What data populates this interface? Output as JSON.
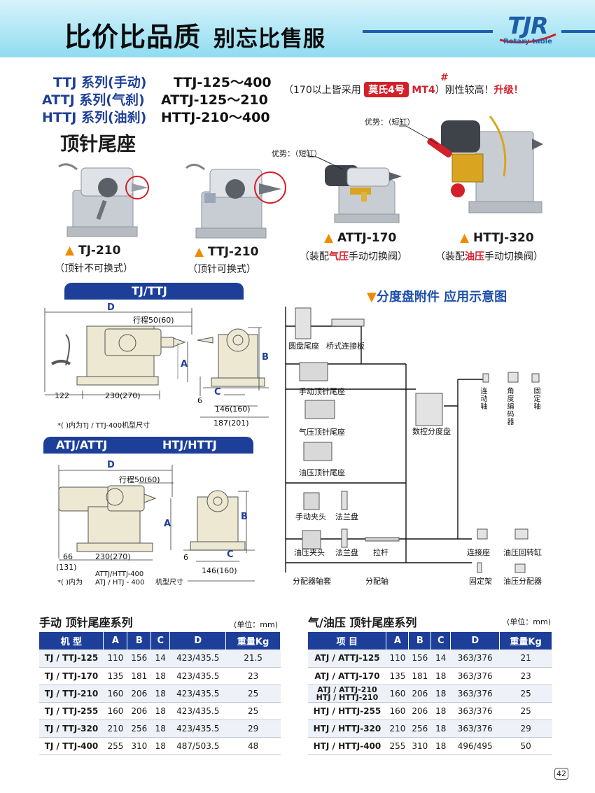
{
  "header": {
    "slogan_main": "比价比品质",
    "slogan_sub": "别忘比售服",
    "logo_text": "TJR",
    "logo_sub": "Rotary table"
  },
  "series": [
    {
      "code": "TTJ",
      "name": " 系列(手动)",
      "model": "TTJ-125～400"
    },
    {
      "code": "ATTJ",
      "name": " 系列(气刹)",
      "model": "ATTJ-125～210"
    },
    {
      "code": "HTTJ",
      "name": " 系列(油刹)",
      "model": "HTTJ-210～400"
    }
  ],
  "note": {
    "pre": "（170以上皆采用",
    "morse": "莫氏4号",
    "mt4": "MT4",
    "hash": "#",
    "mid": "）刚性较高！",
    "upgrade": "升级！"
  },
  "product_title": "顶针尾座",
  "products": [
    {
      "badge": "TJ-210",
      "caption": "（顶针不可换式）"
    },
    {
      "badge": "TTJ-210",
      "caption": "（顶针可换式）"
    },
    {
      "badge": "ATTJ-170",
      "cap_pre": "（装配",
      "cap_red": "气压",
      "cap_post": "手动切换阀）",
      "advantage": "优势：（短缸）"
    },
    {
      "badge": "HTTJ-320",
      "cap_pre": "（装配",
      "cap_red": "油压",
      "cap_post": "手动切换阀）",
      "advantage": "优势：（短缸）"
    }
  ],
  "tabs": {
    "tj": "TJ/TTJ",
    "atj": "ATJ/ATTJ",
    "htj": "HTJ/HTTJ"
  },
  "drawing1": {
    "d": "D",
    "stroke": "行程50(60)",
    "a": "A",
    "b": "B",
    "c": "C",
    "six": "6",
    "w122": "122",
    "w230": "230(270)",
    "w146": "146(160)",
    "w187": "187(201)",
    "footnote": "*( )内为TJ / TTJ-400机型尺寸"
  },
  "drawing2": {
    "d": "D",
    "stroke": "行程50(60)",
    "a": "A",
    "b": "B",
    "c": "C",
    "six": "6",
    "w66": "66",
    "w131": "(131)",
    "w230": "230(270)",
    "w146": "146(160)",
    "fn_pre": "*( )内为",
    "fn_l1": "ATTJ/HTTJ-400",
    "fn_l2": "ATJ / HTJ - 400",
    "fn_post": "机型尺寸"
  },
  "diagram": {
    "title": "分度盘附件  应用示意图",
    "labels": {
      "yuanpan": "圆盘尾座",
      "qiaoshi": "桥式连接板",
      "shoudong": "手动顶针尾座",
      "qiya": "气压顶针尾座",
      "youya": "油压顶针尾座",
      "shukong": "数控分度盘",
      "shoudong_jiatou": "手动夹头",
      "falan1": "法兰盘",
      "youya_jiatou": "油压夹头",
      "falan2": "法兰盘",
      "lagan": "拉杆",
      "lianjie": "连接座",
      "youya_huizhuan": "油压回转缸",
      "fenpei_zhoutao": "分配器轴套",
      "fenpei_zhou": "分配轴",
      "guding_jia": "固定架",
      "youya_fenpei": "油压分配器",
      "liandong": "连动轴",
      "jiaodu": "角度编码器",
      "guding_zhou": "固定轴"
    }
  },
  "table_manual": {
    "title": "手动  顶针尾座系列",
    "unit": "(单位：mm)",
    "headers": [
      "机  型",
      "A",
      "B",
      "C",
      "D",
      "重量Kg"
    ],
    "rows": [
      [
        "TJ / TTJ-125",
        "110",
        "156",
        "14",
        "423/435.5",
        "21.5"
      ],
      [
        "TJ / TTJ-170",
        "135",
        "181",
        "18",
        "423/435.5",
        "23"
      ],
      [
        "TJ / TTJ-210",
        "160",
        "206",
        "18",
        "423/435.5",
        "25"
      ],
      [
        "TJ / TTJ-255",
        "160",
        "206",
        "18",
        "423/435.5",
        "25"
      ],
      [
        "TJ / TTJ-320",
        "210",
        "256",
        "18",
        "423/435.5",
        "29"
      ],
      [
        "TJ / TTJ-400",
        "255",
        "310",
        "18",
        "487/503.5",
        "48"
      ]
    ]
  },
  "table_pneu": {
    "title": "气/油压  顶针尾座系列",
    "unit": "(单位：mm)",
    "headers": [
      "项    目",
      "A",
      "B",
      "C",
      "D",
      "重量Kg"
    ],
    "rows": [
      [
        "ATJ / ATTJ-125",
        "110",
        "156",
        "14",
        "363/376",
        "21"
      ],
      [
        "ATJ / ATTJ-170",
        "135",
        "181",
        "18",
        "363/376",
        "23"
      ],
      [
        "ATJ / ATTJ-210",
        "160",
        "206",
        "18",
        "363/376",
        "25"
      ],
      [
        "HTJ / HTTJ-255",
        "160",
        "206",
        "18",
        "363/376",
        "25"
      ],
      [
        "HTJ / HTTJ-320",
        "210",
        "256",
        "18",
        "363/376",
        "29"
      ],
      [
        "HTJ / HTTJ-400",
        "255",
        "310",
        "18",
        "496/495",
        "50"
      ]
    ],
    "row3_line2": "HTJ / HTTJ-210"
  },
  "page_number": "42"
}
